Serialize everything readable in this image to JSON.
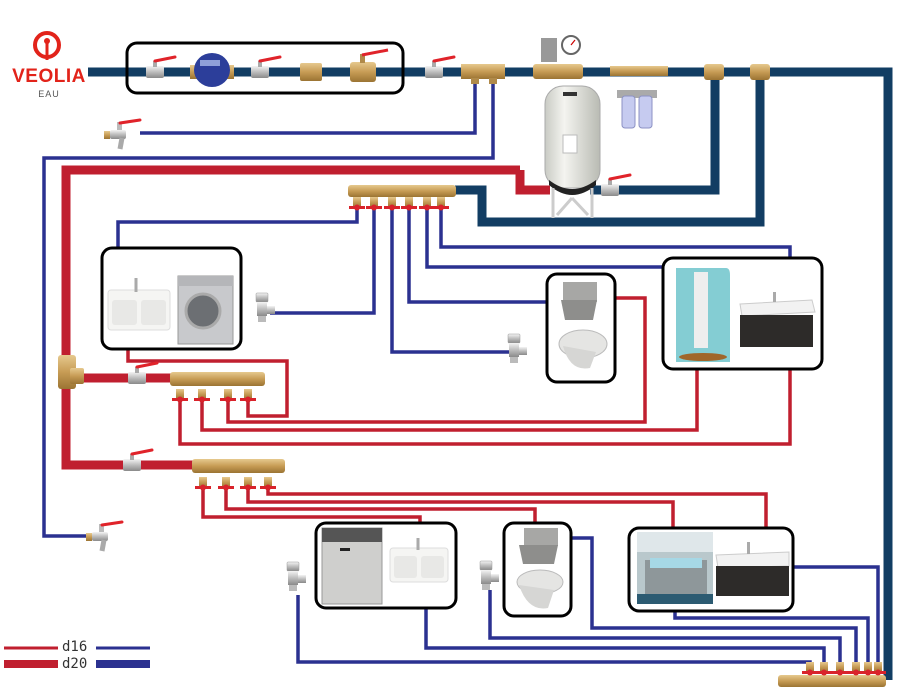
{
  "brand": {
    "name": "VEOLIA",
    "subtitle": "EAU",
    "color": "#e2231a"
  },
  "colors": {
    "supply_main": "#123d63",
    "cold": "#2b3190",
    "hot": "#c01f2f",
    "brass": "#c9a35f",
    "box_border": "#000000"
  },
  "legend": [
    {
      "label": "d16",
      "hot_color": "#c01f2f",
      "cold_color": "#2b3190",
      "weight": "thin"
    },
    {
      "label": "d20",
      "hot_color": "#c01f2f",
      "cold_color": "#2b3190",
      "weight": "thick"
    }
  ],
  "components": {
    "meter_assembly": [
      "ball-valve",
      "water-meter",
      "ball-valve",
      "check-valve",
      "ball-valve-drain"
    ],
    "supply_line": [
      "ball-valve",
      "tee-manifold",
      "pressure-reducer-with-gauge",
      "double-filter",
      "tee",
      "tee"
    ],
    "water_heater": "electric-water-heater",
    "outdoor_taps": [
      "garden-tap-top",
      "garden-tap-bottom"
    ],
    "cold_manifold_top": {
      "outlets": 6
    },
    "cold_manifold_bottom": {
      "outlets": 6
    },
    "hot_manifold_1": {
      "outlets": 4
    },
    "hot_manifold_2": {
      "outlets": 4
    }
  },
  "fixture_groups": [
    {
      "id": "laundry",
      "items": [
        "kitchen-sink",
        "washing-machine"
      ]
    },
    {
      "id": "wc-1",
      "items": [
        "handwash-basin",
        "wall-hung-toilet"
      ]
    },
    {
      "id": "shower-room",
      "items": [
        "shower-cabin",
        "vanity-basin"
      ]
    },
    {
      "id": "kitchen",
      "items": [
        "dishwasher",
        "kitchen-sink"
      ]
    },
    {
      "id": "wc-2",
      "items": [
        "handwash-basin",
        "wall-hung-toilet"
      ]
    },
    {
      "id": "bathroom",
      "items": [
        "bathtub",
        "vanity-basin"
      ]
    }
  ]
}
